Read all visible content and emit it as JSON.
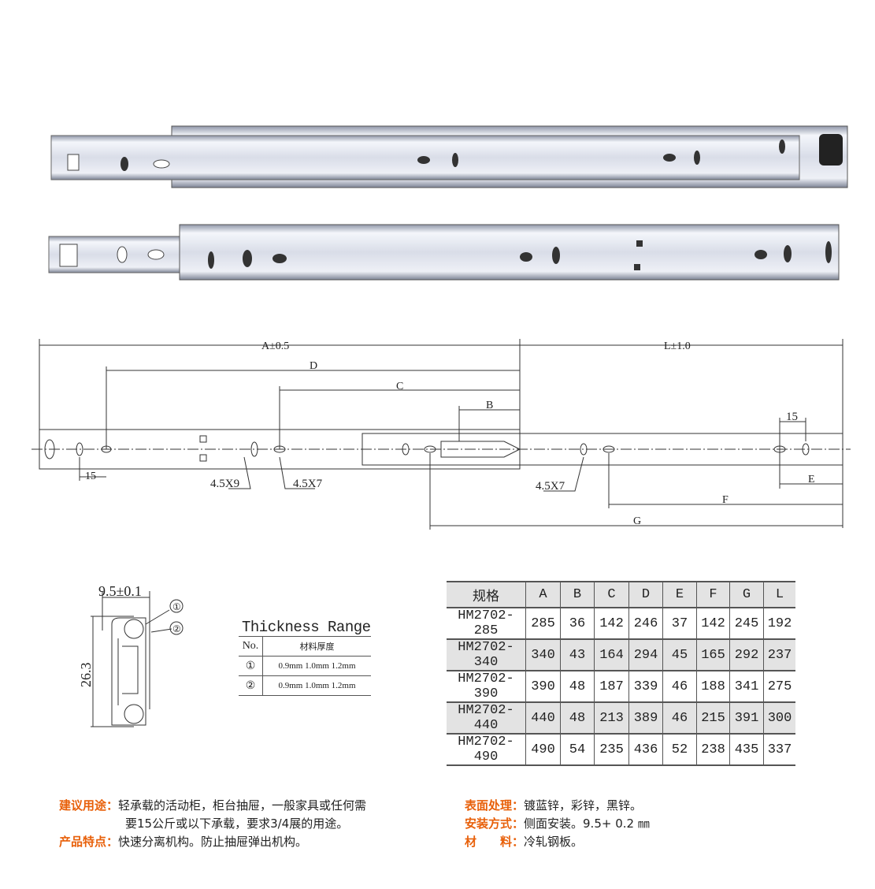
{
  "drawing": {
    "dim_A": "A±0.5",
    "dim_L": "L±1.0",
    "dim_D": "D",
    "dim_C": "C",
    "dim_B": "B",
    "dim_15_left": "15",
    "dim_15_right": "15",
    "hole_1": "4.5X9",
    "hole_2": "4.5X7",
    "hole_3": "4.5X7",
    "dim_E": "E",
    "dim_F": "F",
    "dim_G": "G"
  },
  "cross_section": {
    "width": "9.5±0.1",
    "height": "26.3",
    "part1": "①",
    "part2": "②"
  },
  "thickness": {
    "title": "Thickness Range",
    "header": [
      "No.",
      "材料厚度"
    ],
    "rows": [
      [
        "①",
        "0.9mm 1.0mm 1.2mm"
      ],
      [
        "②",
        "0.9mm 1.0mm 1.2mm"
      ]
    ]
  },
  "spec_table": {
    "header": [
      "规格",
      "A",
      "B",
      "C",
      "D",
      "E",
      "F",
      "G",
      "L"
    ],
    "rows": [
      [
        "HM2702-285",
        "285",
        "36",
        "142",
        "246",
        "37",
        "142",
        "245",
        "192"
      ],
      [
        "HM2702-340",
        "340",
        "43",
        "164",
        "294",
        "45",
        "165",
        "292",
        "237"
      ],
      [
        "HM2702-390",
        "390",
        "48",
        "187",
        "339",
        "46",
        "188",
        "341",
        "275"
      ],
      [
        "HM2702-440",
        "440",
        "48",
        "213",
        "389",
        "46",
        "215",
        "391",
        "300"
      ],
      [
        "HM2702-490",
        "490",
        "54",
        "235",
        "436",
        "52",
        "238",
        "435",
        "337"
      ]
    ]
  },
  "notes": {
    "usage_label": "建议用途：",
    "usage_1": "轻承载的活动柜，柜台抽屉，一般家具或任何需",
    "usage_2": "要15公斤或以下承载，要求3/4展的用途。",
    "feature_label": "产品特点：",
    "feature": "快速分离机构。防止抽屉弹出机构。",
    "surface_label": "表面处理：",
    "surface": "镀蓝锌，彩锌，黑锌。",
    "install_label": "安装方式：",
    "install": "侧面安装。9.5+ 0.2 ㎜",
    "material_label": "材　　料：",
    "material": "冷轧钢板。"
  },
  "colors": {
    "accent": "#e8600a"
  }
}
